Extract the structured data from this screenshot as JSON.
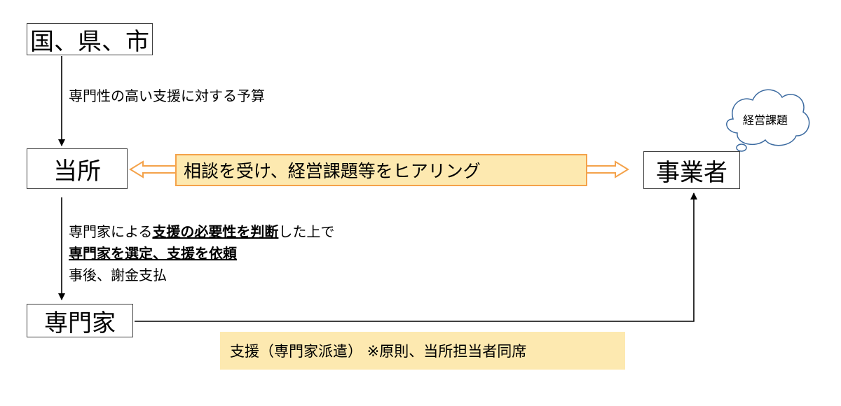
{
  "nodes": {
    "gov": "国、県、市",
    "office": "当所",
    "business": "事業者",
    "expert": "専門家"
  },
  "edges": {
    "budget": "専門性の高い支援に対する予算",
    "process": {
      "l1_a": "専門家による",
      "l1_b": "支援の必要性を判断",
      "l1_c": "した上で",
      "l2": "専門家を選定、支援を依頼",
      "l3": "事後、謝金支払"
    }
  },
  "banners": {
    "hearing": "相談を受け、経営課題等をヒアリング",
    "dispatch": "支援（専門家派遣） ※原則、当所担当者同席"
  },
  "cloud": "経営課題",
  "colors": {
    "arrow_outline": "#f4a24a",
    "banner_fill": "#fde9b0",
    "line": "#000000"
  }
}
